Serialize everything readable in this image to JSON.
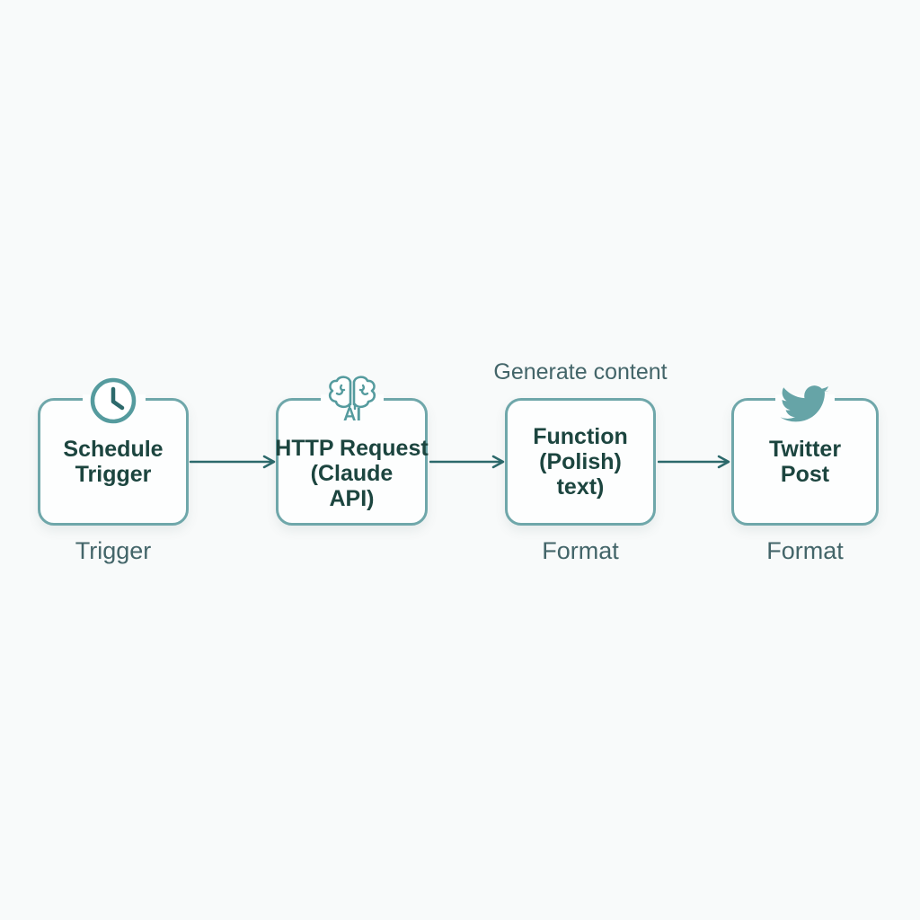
{
  "diagram": {
    "kind": "workflow",
    "caption_above_node_3": "Generate content"
  },
  "colors": {
    "node_border": "#6fa7aa",
    "node_fill": "#fdfefe",
    "node_title": "#1c453f",
    "caption": "#436569",
    "arrow": "#2c696b",
    "icon_teal": "#559b9e",
    "icon_fill": "#66a4a7",
    "background": "#f8fafa"
  },
  "nodes": [
    {
      "id": "schedule-trigger",
      "icon": "clock-icon",
      "title_lines": [
        "Schedule",
        "Trigger"
      ],
      "caption_below": "Trigger"
    },
    {
      "id": "http-request-claude-api",
      "icon": "ai-brain-icon",
      "icon_label": "AI",
      "title_lines": [
        "HTTP Request",
        "(Claude",
        "API)"
      ]
    },
    {
      "id": "function-polish-text",
      "icon": null,
      "caption_above": "Generate content",
      "title_lines": [
        "Function",
        "(Polish)",
        "text)"
      ],
      "caption_below": "Format"
    },
    {
      "id": "twitter-post",
      "icon": "twitter-bird-icon",
      "title_lines": [
        "Twitter",
        "Post"
      ],
      "caption_below": "Format"
    }
  ],
  "connections": [
    {
      "from": "schedule-trigger",
      "to": "http-request-claude-api"
    },
    {
      "from": "http-request-claude-api",
      "to": "function-polish-text"
    },
    {
      "from": "function-polish-text",
      "to": "twitter-post"
    }
  ]
}
